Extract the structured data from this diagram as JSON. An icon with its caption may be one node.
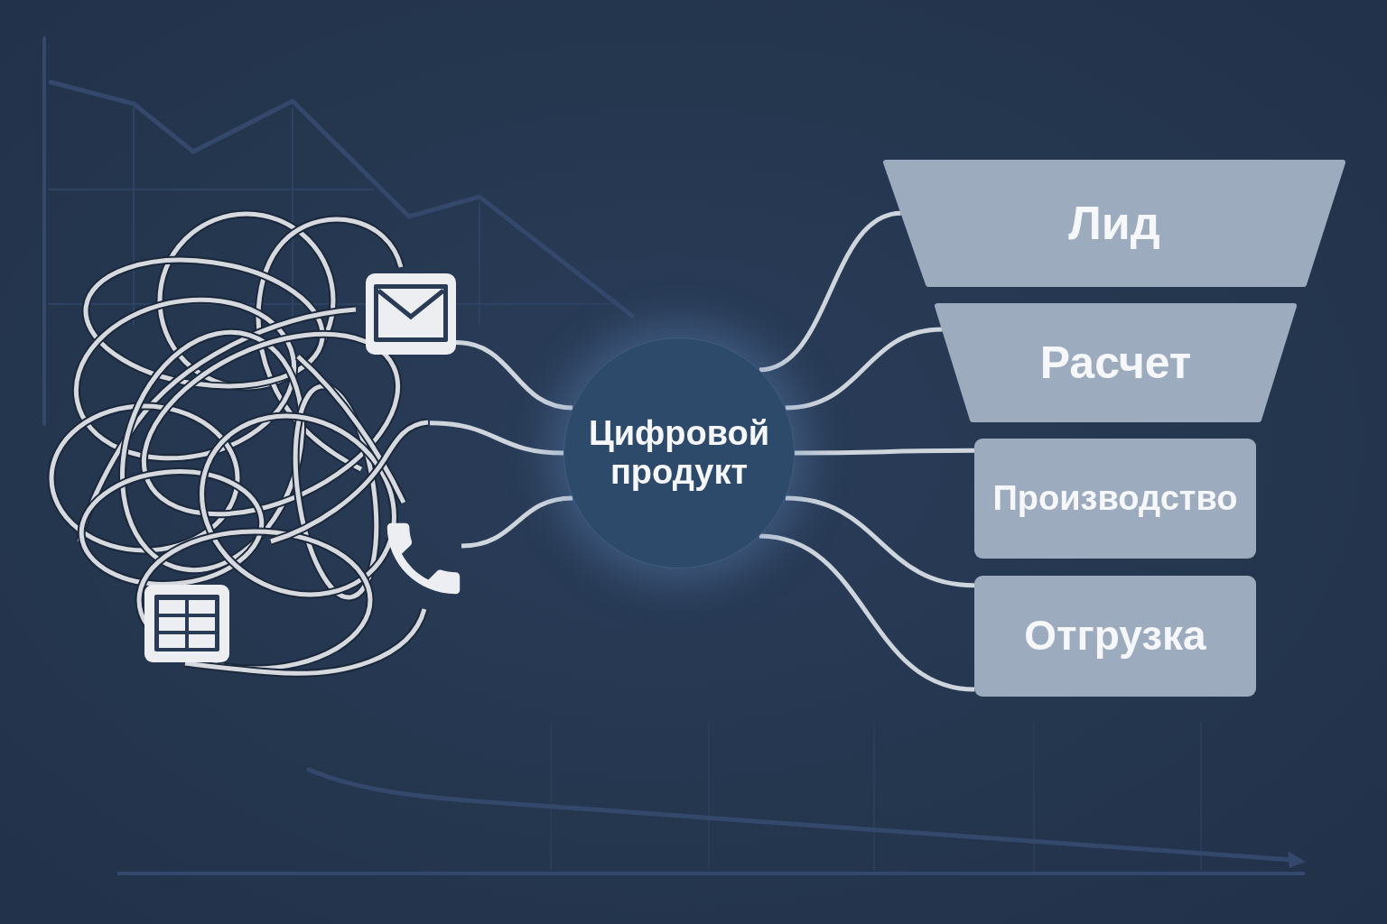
{
  "diagram": {
    "nodes": [
      {
        "text": [],
        "shape": "picture"
      },
      {
        "text": [],
        "shape": "picture"
      },
      {
        "text": [],
        "shape": "picture"
      },
      {
        "text": [
          "Цифровой продукт"
        ]
      },
      {
        "text": [
          "Лид"
        ]
      },
      {
        "text": [
          "Расчет"
        ]
      },
      {
        "text": [
          "Производство"
        ]
      },
      {
        "text": [
          "Отгрузка"
        ]
      }
    ],
    "edges": [
      {
        "from": 1,
        "to": 3,
        "arrow": "none"
      },
      {
        "from": 0,
        "to": 3,
        "arrow": "none"
      },
      {
        "from": 2,
        "to": 3,
        "arrow": "none"
      },
      {
        "from": 3,
        "to": 4,
        "arrow": "none"
      },
      {
        "from": 3,
        "to": 5,
        "arrow": "none"
      },
      {
        "from": 3,
        "to": 6,
        "arrow": "none"
      },
      {
        "from": 3,
        "to": 7,
        "arrow": "none"
      },
      {
        "from": 3,
        "to": 7,
        "arrow": "none"
      }
    ]
  }
}
